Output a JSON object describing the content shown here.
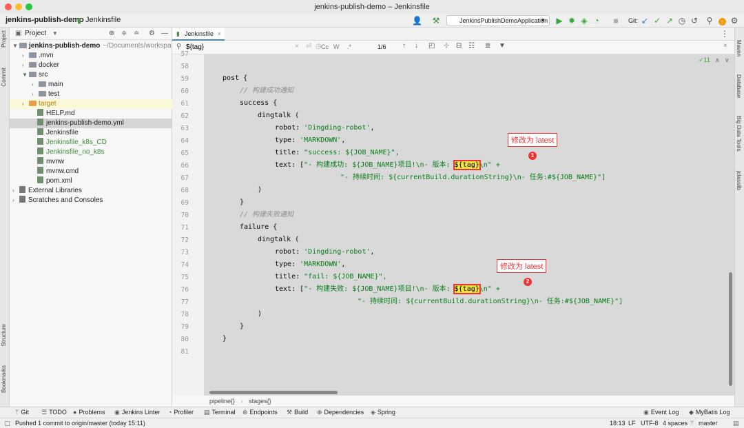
{
  "window": {
    "title": "jenkins-publish-demo – Jenkinsfile"
  },
  "nav": {
    "project": "jenkins-publish-demo",
    "file": "Jenkinsfile",
    "run_config": "JenkinsPublishDemoApplication",
    "git_label": "Git:"
  },
  "left_strip": {
    "project": "Project",
    "commit": "Commit",
    "structure": "Structure",
    "bookmarks": "Bookmarks"
  },
  "right_strip": {
    "maven": "Maven",
    "database": "Database",
    "bigdata": "Big Data Tools",
    "jclasslib": "jclasslib"
  },
  "project_panel": {
    "header": "Project",
    "items": [
      {
        "label": "jenkins-publish-demo",
        "suffix": "~/Documents/workspa",
        "type": "root"
      },
      {
        "label": ".mvn",
        "type": "folder"
      },
      {
        "label": "docker",
        "type": "folder"
      },
      {
        "label": "src",
        "type": "folder"
      },
      {
        "label": "main",
        "type": "folder"
      },
      {
        "label": "test",
        "type": "folder"
      },
      {
        "label": "target",
        "type": "folder-orange"
      },
      {
        "label": "HELP.md",
        "type": "file"
      },
      {
        "label": "jenkins-publish-demo.yml",
        "type": "file"
      },
      {
        "label": "Jenkinsfile",
        "type": "file"
      },
      {
        "label": "Jenkinsfile_k8s_CD",
        "type": "file"
      },
      {
        "label": "Jenkinsfile_no_k8s",
        "type": "file"
      },
      {
        "label": "mvnw",
        "type": "file"
      },
      {
        "label": "mvnw.cmd",
        "type": "file"
      },
      {
        "label": "pom.xml",
        "type": "file"
      },
      {
        "label": "External Libraries",
        "type": "lib"
      },
      {
        "label": "Scratches and Consoles",
        "type": "lib"
      }
    ]
  },
  "editor": {
    "tab": "Jenkinsfile",
    "find": {
      "query": "${tag}",
      "count": "1/6",
      "case_label": "Cc",
      "word_label": "W",
      "regex_label": ".*"
    },
    "inspections": "11",
    "line_numbers": [
      "57",
      "58",
      "59",
      "60",
      "61",
      "62",
      "63",
      "64",
      "65",
      "66",
      "67",
      "68",
      "69",
      "70",
      "71",
      "72",
      "73",
      "74",
      "75",
      "76",
      "77",
      "78",
      "79",
      "80",
      "81"
    ],
    "lines": {
      "l59": "post {",
      "l60": "// 构建成功通知",
      "l61": "success {",
      "l62": "dingtalk (",
      "l63a": "robot: ",
      "l63b": "'Dingding-robot'",
      "l64a": "type: ",
      "l64b": "'MARKDOWN'",
      "l65a": "title: ",
      "l65b": "\"success: ${JOB_NAME}\",",
      "l66a": "text: [",
      "l66b": "\"- 构建成功: ${JOB_NAME}项目!\\n- 版本: ",
      "l66tag": "${tag}",
      "l66c": "\\n\" +",
      "l67": "\"- 持续时间: ${currentBuild.durationString}\\n- 任务:#${JOB_NAME}\"]",
      "l68": ")",
      "l69": "}",
      "l70": "// 构建失败通知",
      "l71": "failure {",
      "l72": "dingtalk (",
      "l73a": "robot: ",
      "l73b": "'Dingding-robot'",
      "l74a": "type: ",
      "l74b": "'MARKDOWN'",
      "l75a": "title: ",
      "l75b": "\"fail: ${JOB_NAME}\",",
      "l76a": "text: [",
      "l76b": "\"- 构建失败: ${JOB_NAME}项目!\\n- 版本: ",
      "l76tag": "${tag}",
      "l76c": "\\n\" +",
      "l77": "\"- 持续时间: ${currentBuild.durationString}\\n- 任务:#${JOB_NAME}\"]",
      "l78": ")",
      "l79": "}",
      "l80": "}",
      "l81": ""
    },
    "annotations": [
      {
        "label": "修改为 latest",
        "number": "1"
      },
      {
        "label": "修改为 latest",
        "number": "2"
      }
    ],
    "breadcrumb": [
      "pipeline{}",
      "stages{}"
    ]
  },
  "tool_windows": [
    "Git",
    "TODO",
    "Problems",
    "Jenkins Linter",
    "Profiler",
    "Terminal",
    "Endpoints",
    "Build",
    "Dependencies",
    "Spring",
    "Event Log",
    "MyBatis Log"
  ],
  "status": {
    "message": "Pushed 1 commit to origin/master (today 15:11)",
    "position": "18:13",
    "line_sep": "LF",
    "encoding": "UTF-8",
    "indent": "4 spaces",
    "branch": "master"
  },
  "colors": {
    "accent": "#4a88c7",
    "annotation": "#ee3333",
    "highlight": "#f5e63c"
  }
}
